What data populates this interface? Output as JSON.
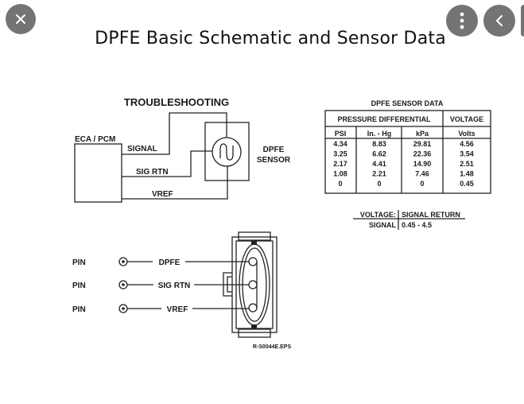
{
  "viewer": {
    "close_icon": "close-icon",
    "more_icon": "more-vertical-icon",
    "back_icon": "chevron-left-icon"
  },
  "title": "DPFE Basic Schematic and Sensor Data",
  "schematic": {
    "heading": "TROUBLESHOOTING",
    "module_label": "ECA / PCM",
    "wires": [
      "SIGNAL",
      "SIG RTN",
      "VREF"
    ],
    "sensor_label_line1": "DPFE",
    "sensor_label_line2": "SENSOR"
  },
  "sensor_table": {
    "title": "DPFE SENSOR DATA",
    "group_headers": [
      "PRESSURE DIFFERENTIAL",
      "VOLTAGE"
    ],
    "columns": [
      "PSI",
      "In. - Hg",
      "kPa",
      "Volts"
    ],
    "rows": [
      [
        "4.34",
        "8.83",
        "29.81",
        "4.56"
      ],
      [
        "3.25",
        "6.62",
        "22.36",
        "3.54"
      ],
      [
        "2.17",
        "4.41",
        "14.90",
        "2.51"
      ],
      [
        "1.08",
        "2.21",
        "7.46",
        "1.48"
      ],
      [
        "0",
        "0",
        "0",
        "0.45"
      ]
    ]
  },
  "voltage_legend": {
    "left_top": "VOLTAGE:",
    "left_bottom": "SIGNAL",
    "right_top": "SIGNAL RETURN",
    "right_bottom": "0.45 - 4.5"
  },
  "connector": {
    "pins": [
      {
        "label": "PIN",
        "name": "DPFE"
      },
      {
        "label": "PIN",
        "name": "SIG RTN"
      },
      {
        "label": "PIN",
        "name": "VREF"
      }
    ],
    "file_ref": "R-S0044E.EPS"
  }
}
